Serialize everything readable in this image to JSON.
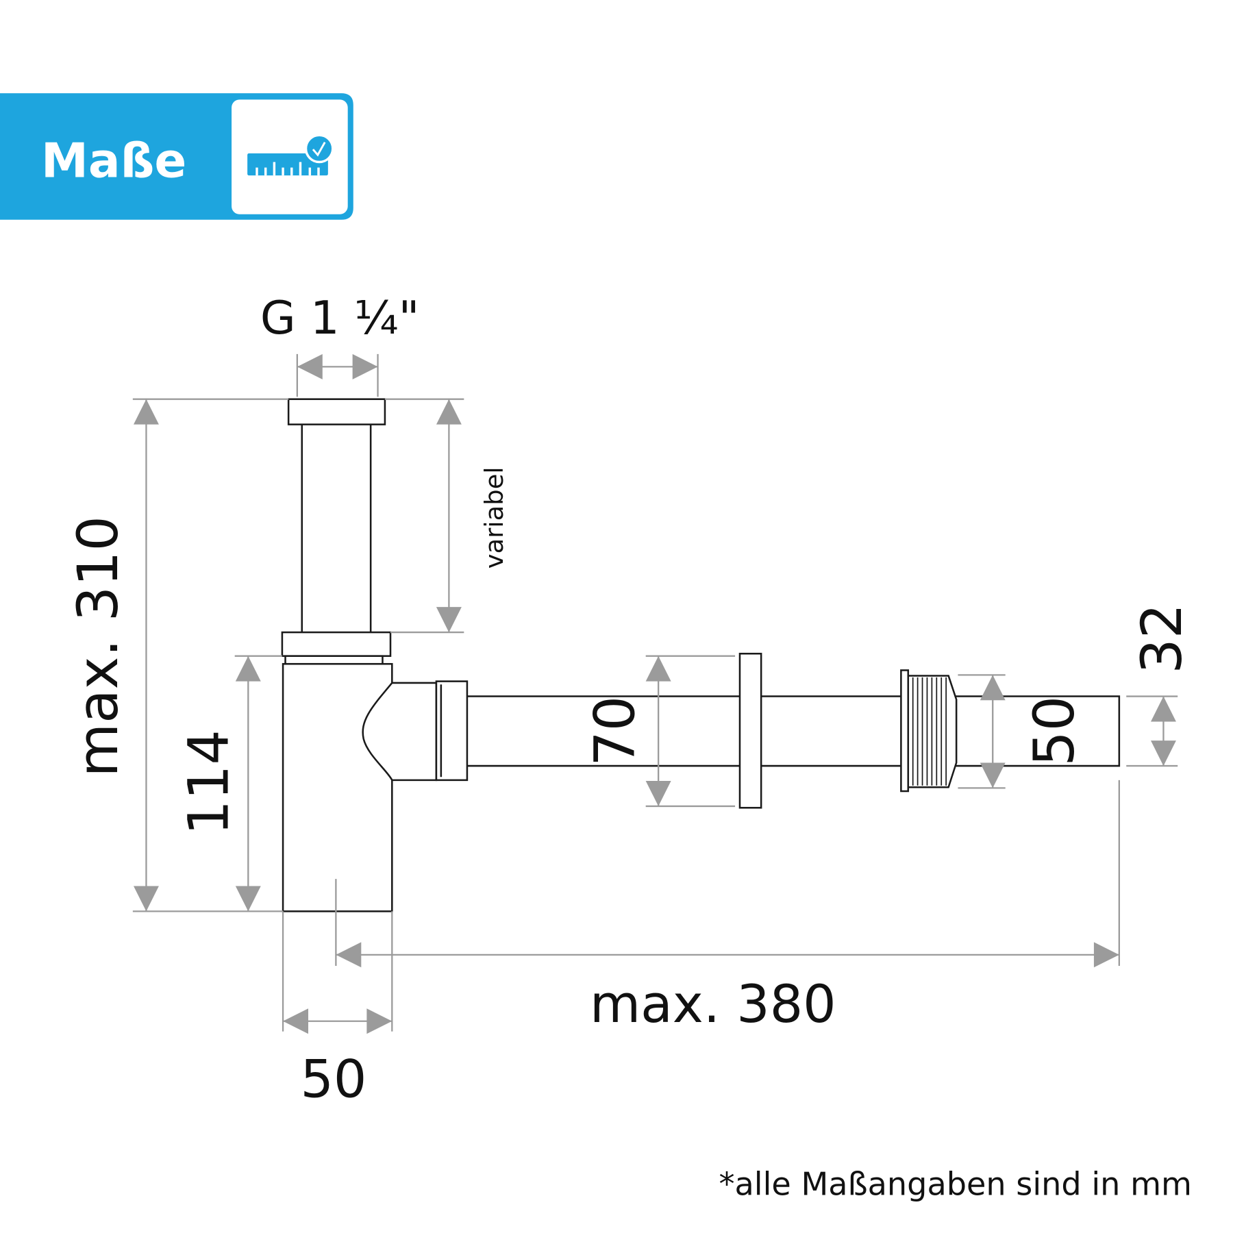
{
  "header": {
    "title": "Maße",
    "icon": "ruler-check-icon",
    "accent_color": "#1ea5de"
  },
  "dimensions": {
    "thread": "G 1 ¼\"",
    "total_height": "max. 310",
    "variable": "variabel",
    "body_height": "114",
    "flange_diameter": "70",
    "nut_diameter": "50",
    "pipe_diameter": "32",
    "total_length": "max. 380",
    "body_width": "50"
  },
  "footnote": "*alle Maßangaben sind in mm",
  "colors": {
    "dimension": "#9b9b9b",
    "line": "#1a1a1a"
  }
}
